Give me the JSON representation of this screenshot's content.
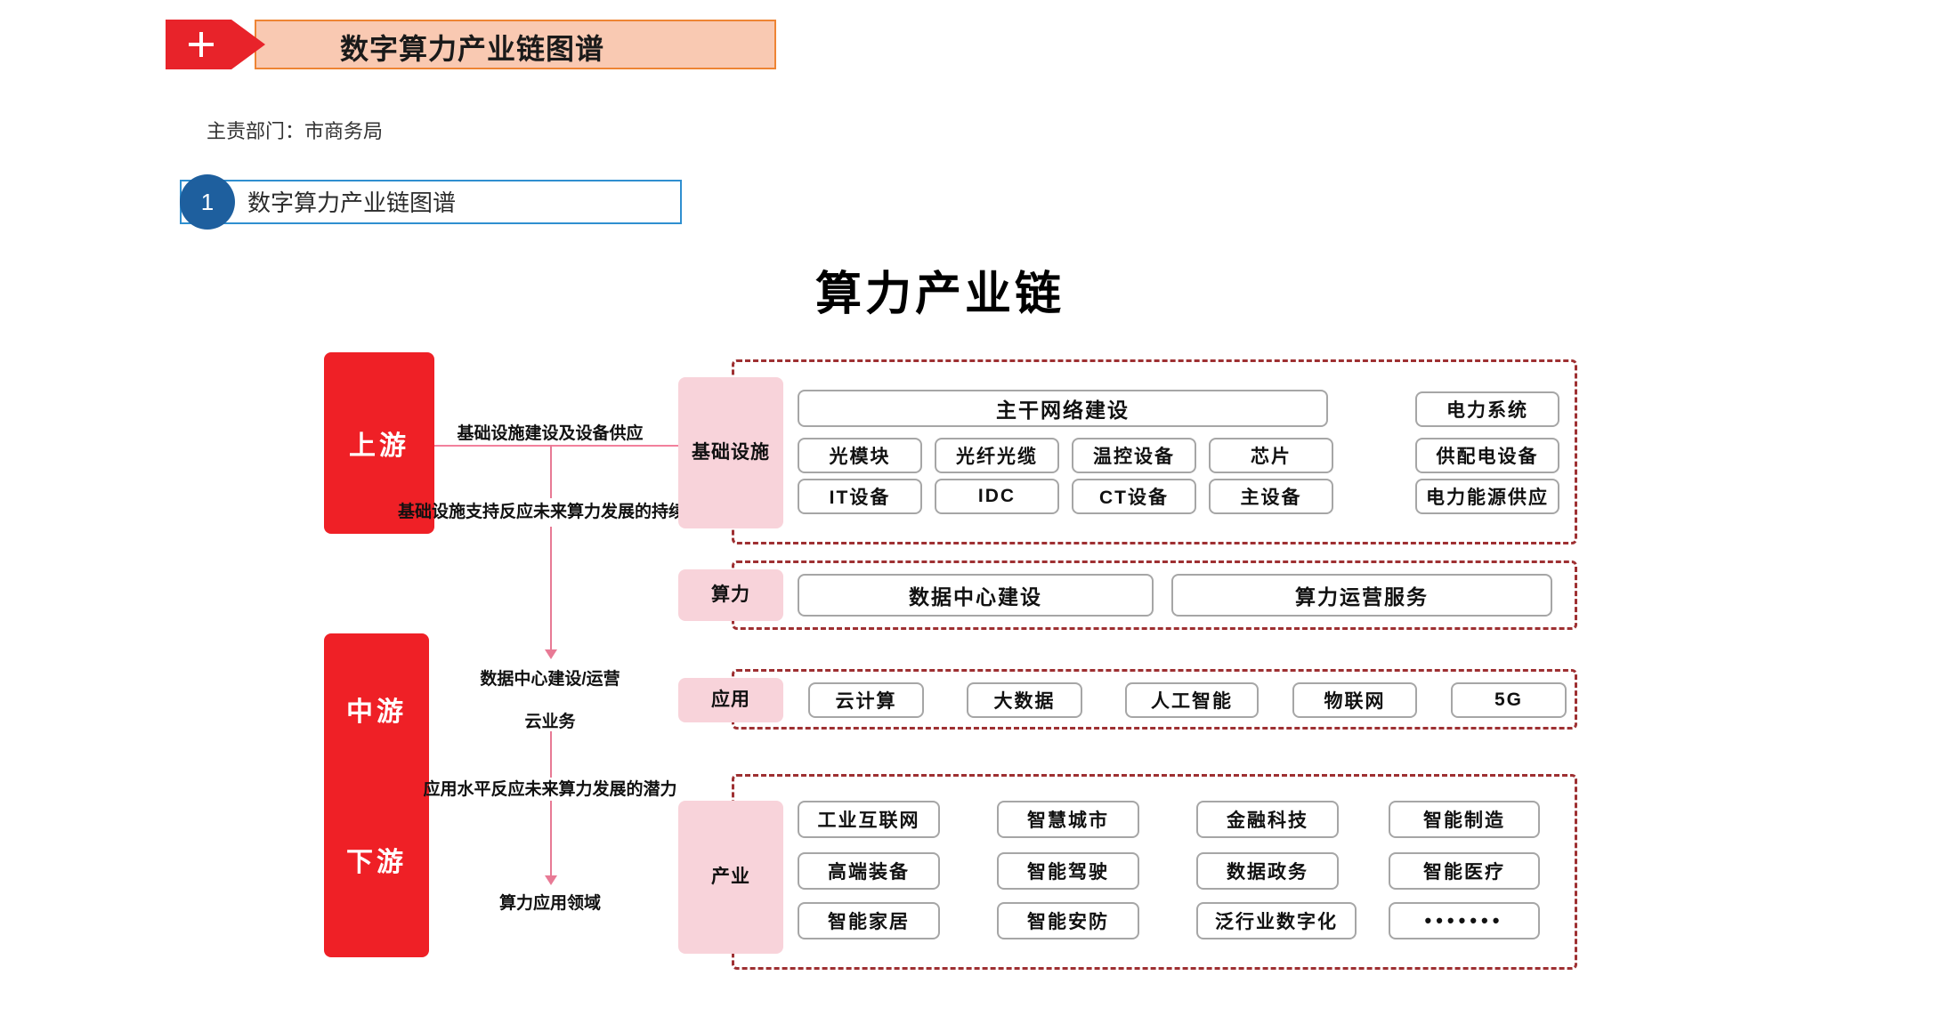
{
  "header": {
    "plus_icon": "plus-icon",
    "title": "数字算力产业链图谱"
  },
  "department": {
    "text": "主责部门：市商务局"
  },
  "section": {
    "number": "1",
    "title": "数字算力产业链图谱"
  },
  "chart_title": "算力产业链",
  "stages": [
    {
      "id": "upstream",
      "label": "上游"
    },
    {
      "id": "midstream",
      "label": "中游"
    },
    {
      "id": "downstream",
      "label": "下游"
    }
  ],
  "connector_labels": [
    {
      "id": "c1",
      "text": "基础设施建设及设备供应"
    },
    {
      "id": "c2",
      "text": "基础设施支持反应未来算力发展的持续性"
    },
    {
      "id": "c3",
      "text": "数据中心建设/运营"
    },
    {
      "id": "c4",
      "text": "云业务"
    },
    {
      "id": "c5",
      "text": "应用水平反应未来算力发展的潜力"
    },
    {
      "id": "c6",
      "text": "算力应用领域"
    }
  ],
  "categories": {
    "infrastructure": "基础\n设施",
    "infrastructure_line1": "基础",
    "infrastructure_line2": "设施",
    "computing_power": "算力",
    "application": "应用",
    "industry": "产业"
  },
  "infrastructure": {
    "banner": "主干网络建设",
    "row2": [
      "光模块",
      "光纤光缆",
      "温控设备",
      "芯片"
    ],
    "row3": [
      "IT设备",
      "IDC",
      "CT设备",
      "主设备"
    ],
    "right_column": [
      "电力系统",
      "供配电设备",
      "电力能源供应"
    ]
  },
  "computing_power_items": [
    "数据中心建设",
    "算力运营服务"
  ],
  "application_items": [
    "云计算",
    "大数据",
    "人工智能",
    "物联网",
    "5G"
  ],
  "industry_items": [
    [
      "工业互联网",
      "智慧城市",
      "金融科技",
      "智能制造"
    ],
    [
      "高端装备",
      "智能驾驶",
      "数据政务",
      "智能医疗"
    ],
    [
      "智能家居",
      "智能安防",
      "泛行业数字化",
      "•••••••"
    ]
  ],
  "colors": {
    "brand_red": "#ef2026",
    "banner_peach": "#f9c9b2",
    "banner_border": "#ee8434",
    "badge_blue": "#1e5f9e",
    "section_border_blue": "#2f8fd0",
    "dashed_border": "#9e3032",
    "category_pink": "#f8d3da",
    "connector_pink": "#e87a95",
    "item_border": "#a6a6a6"
  }
}
